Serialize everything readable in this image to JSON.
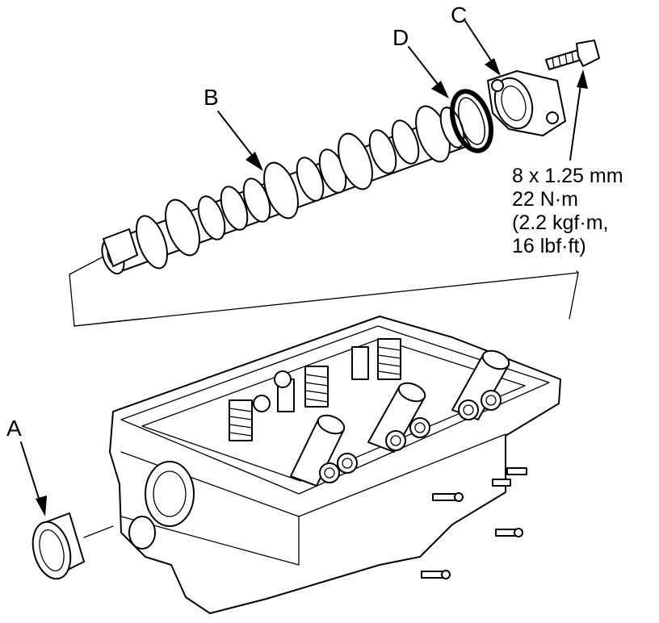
{
  "callouts": {
    "a": "A",
    "b": "B",
    "c": "C",
    "d": "D"
  },
  "torque_spec": {
    "line1": "8 x 1.25 mm",
    "line2": "22 N·m",
    "line3": "(2.2 kgf·m,",
    "line4": "16 lbf·ft)"
  }
}
